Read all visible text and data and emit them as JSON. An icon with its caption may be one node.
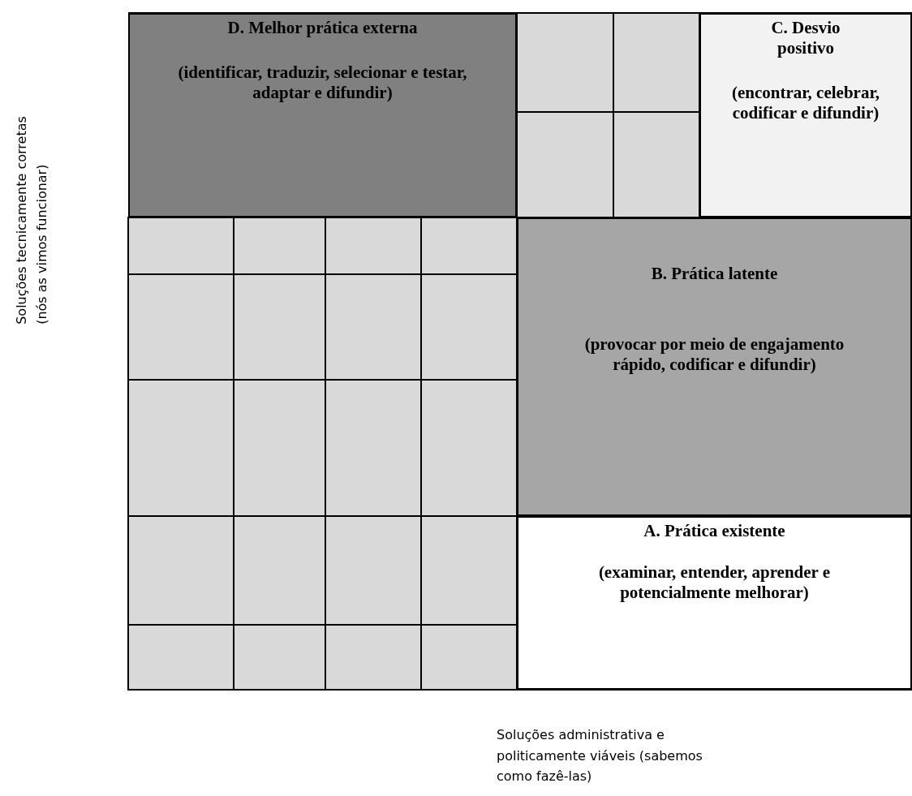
{
  "diagram": {
    "nodes": [
      {
        "text": [
          "D. Melhor prática externa",
          "(identificar, traduzir, selecionar e testar, adaptar e difundir)"
        ]
      },
      {
        "text": [
          "C. Desvio positivo",
          "(encontrar, celebrar, codificar e difundir)"
        ]
      },
      {
        "text": [
          "B. Prática latente",
          "(provocar por meio de engajamento rápido, codificar e difundir)"
        ]
      },
      {
        "text": [
          "A. Prática existente",
          "(examinar, entender, aprender e potencialmente melhorar)"
        ]
      }
    ],
    "labels": [
      "Soluções tecnicamente corretas (nós as vimos funcionar)",
      "Soluções administrativa e politicamente viáveis (sabemos como fazê-las)"
    ]
  }
}
